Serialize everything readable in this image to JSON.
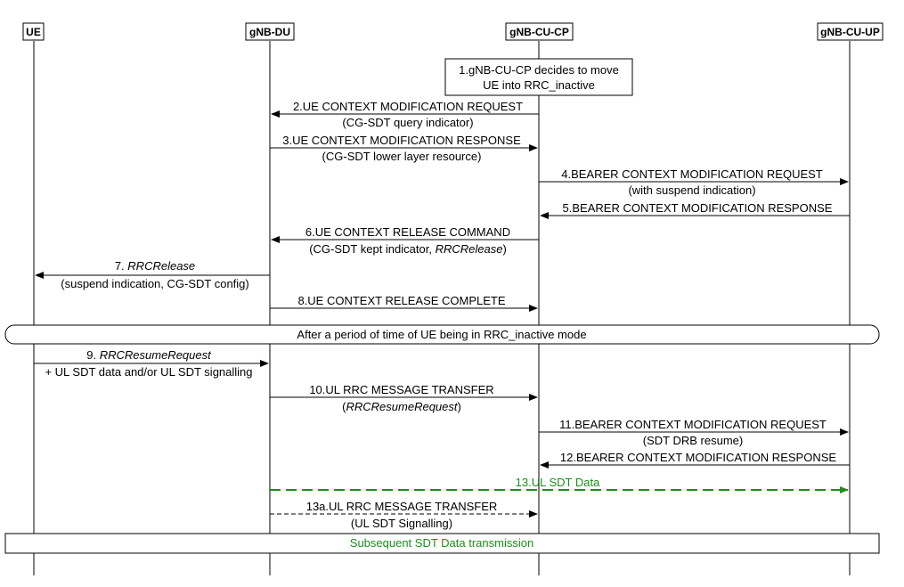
{
  "entities": [
    {
      "id": "ue",
      "label": "UE"
    },
    {
      "id": "du",
      "label": "gNB-DU"
    },
    {
      "id": "cucp",
      "label": "gNB-CU-CP"
    },
    {
      "id": "cuup",
      "label": "gNB-CU-UP"
    }
  ],
  "note": {
    "lines": [
      "1.gNB-CU-CP decides to move",
      "UE into RRC_inactive"
    ]
  },
  "messages": [
    {
      "from": "cucp",
      "to": "du",
      "label": "2.UE CONTEXT MODIFICATION REQUEST",
      "sub": "(CG-SDT query indicator)"
    },
    {
      "from": "du",
      "to": "cucp",
      "label": "3.UE CONTEXT MODIFICATION RESPONSE",
      "sub": "(CG-SDT lower layer resource)"
    },
    {
      "from": "cucp",
      "to": "cuup",
      "label": "4.BEARER CONTEXT MODIFICATION REQUEST",
      "sub": "(with suspend indication)"
    },
    {
      "from": "cuup",
      "to": "cucp",
      "label": "5.BEARER CONTEXT MODIFICATION RESPONSE",
      "sub": ""
    },
    {
      "from": "cucp",
      "to": "du",
      "label": "6.UE CONTEXT RELEASE COMMAND",
      "sub_pre": "(CG-SDT kept indicator, ",
      "sub_it": "RRCRelease",
      "sub_post": ")"
    },
    {
      "from": "du",
      "to": "ue",
      "label_pre": "7. ",
      "label_it": "RRCRelease",
      "sub": "(suspend indication, CG-SDT config)"
    },
    {
      "from": "du",
      "to": "cucp",
      "label": "8.UE CONTEXT RELEASE COMPLETE",
      "sub": ""
    },
    {
      "from": "ue",
      "to": "du",
      "label_pre": "9. ",
      "label_it": "RRCResumeRequest",
      "sub": "+ UL SDT data and/or UL SDT signalling"
    },
    {
      "from": "du",
      "to": "cucp",
      "label": "10.UL RRC MESSAGE TRANSFER",
      "sub_pre": "(",
      "sub_it": "RRCResumeRequest",
      "sub_post": ")"
    },
    {
      "from": "cucp",
      "to": "cuup",
      "label": "11.BEARER CONTEXT MODIFICATION REQUEST",
      "sub": "(SDT DRB resume)"
    },
    {
      "from": "cuup",
      "to": "cucp",
      "label": "12.BEARER CONTEXT MODIFICATION RESPONSE",
      "sub": ""
    },
    {
      "from": "du",
      "to": "cuup",
      "label": "13.UL SDT Data",
      "sub": "",
      "style": "green-dashed"
    },
    {
      "from": "du",
      "to": "cucp",
      "label": "13a.UL RRC MESSAGE TRANSFER",
      "sub": "(UL SDT Signalling)",
      "style": "dashed"
    }
  ],
  "separator": {
    "label": "After a period of time of UE being in RRC_inactive mode"
  },
  "footer": {
    "label": "Subsequent SDT Data transmission"
  },
  "colors": {
    "line": "#000000",
    "green": "#1a8f1a"
  }
}
